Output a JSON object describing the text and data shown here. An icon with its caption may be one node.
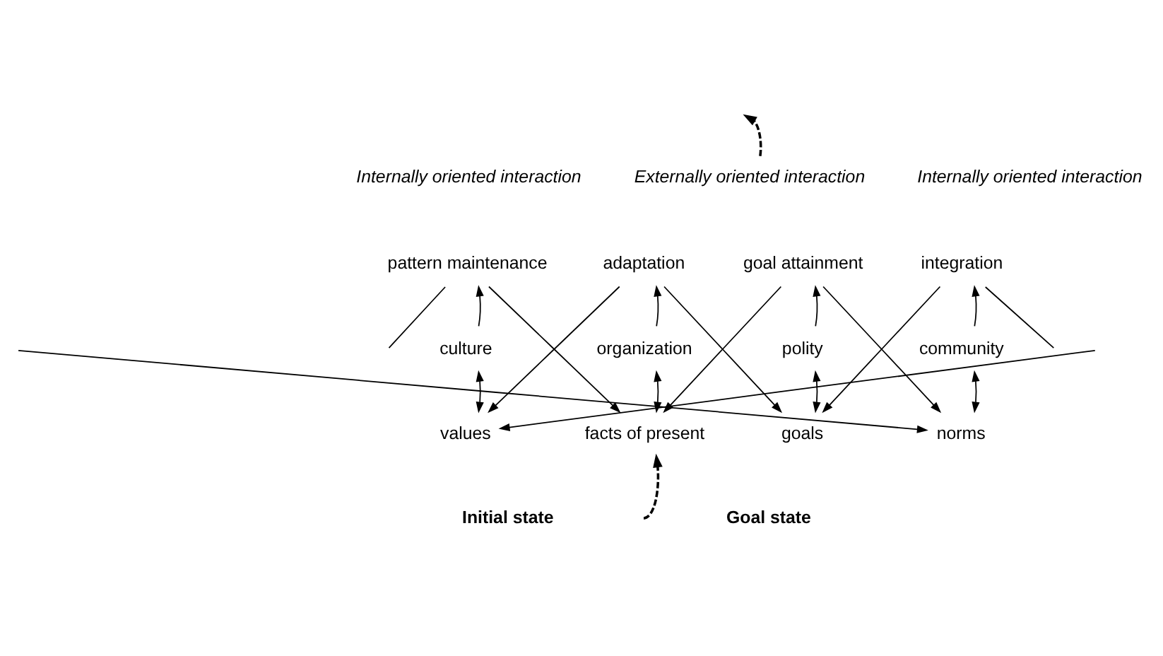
{
  "diagram": {
    "nodes": [
      {
        "text": [
          "pattern maintenance"
        ]
      },
      {
        "text": [
          "adaptation"
        ]
      },
      {
        "text": [
          "goal attainment"
        ]
      },
      {
        "text": [
          "integration"
        ]
      },
      {
        "text": [
          "culture"
        ]
      },
      {
        "text": [
          "organization"
        ]
      },
      {
        "text": [
          "polity"
        ]
      },
      {
        "text": [
          "community"
        ]
      },
      {
        "text": [
          "values"
        ]
      },
      {
        "text": [
          "facts of present"
        ]
      },
      {
        "text": [
          "goals"
        ]
      },
      {
        "text": [
          "norms"
        ]
      },
      {
        "text": [
          "Externally oriented interaction"
        ]
      }
    ],
    "edges": [
      {
        "from": 4,
        "to": 0,
        "arrow": "to"
      },
      {
        "from": 5,
        "to": 1,
        "arrow": "to"
      },
      {
        "from": 6,
        "to": 2,
        "arrow": "to"
      },
      {
        "from": 7,
        "to": 3,
        "arrow": "to"
      },
      {
        "from": 8,
        "to": 4,
        "arrow": "both"
      },
      {
        "from": 9,
        "to": 5,
        "arrow": "both"
      },
      {
        "from": 10,
        "to": 6,
        "arrow": "both"
      },
      {
        "from": 11,
        "to": 7,
        "arrow": "both"
      },
      {
        "from": 0,
        "to": 9,
        "arrow": "to"
      },
      {
        "from": 1,
        "to": 8,
        "arrow": "to"
      },
      {
        "from": 1,
        "to": 10,
        "arrow": "to"
      },
      {
        "from": 2,
        "to": 9,
        "arrow": "to"
      },
      {
        "from": 2,
        "to": 11,
        "arrow": "to"
      },
      {
        "from": 3,
        "to": 10,
        "arrow": "to"
      },
      {
        "from": 0,
        "to": null,
        "arrow": "none"
      },
      {
        "from": null,
        "to": 8,
        "arrow": "to"
      },
      {
        "from": 3,
        "to": null,
        "arrow": "none"
      },
      {
        "from": null,
        "to": 11,
        "arrow": "to"
      },
      {
        "from": null,
        "to": 9,
        "arrow": "to",
        "style": "dashed"
      },
      {
        "from": 12,
        "to": null,
        "arrow": "to",
        "style": "dashed"
      }
    ],
    "labels": [
      "Internally oriented interaction",
      "Internally oriented interaction",
      "Initial state",
      "Goal state"
    ]
  }
}
